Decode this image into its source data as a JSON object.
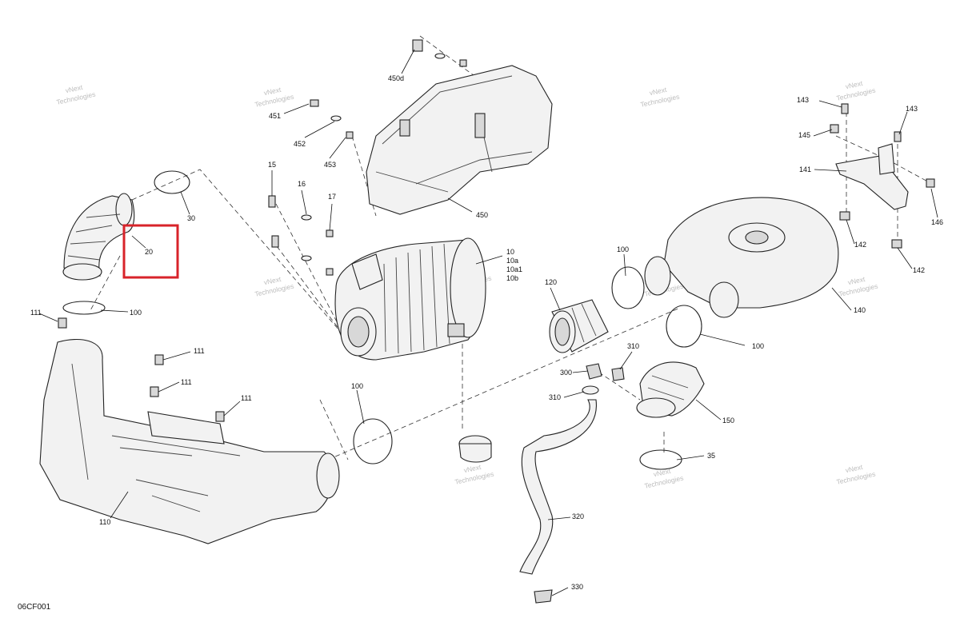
{
  "diagram": {
    "code": "06CF001",
    "highlight_color": "#d8232a",
    "watermark": [
      "vNext",
      "Technologies"
    ],
    "callouts": [
      {
        "id": "c450d",
        "text": "450d"
      },
      {
        "id": "c451",
        "text": "451"
      },
      {
        "id": "c452",
        "text": "452"
      },
      {
        "id": "c453",
        "text": "453"
      },
      {
        "id": "c450",
        "text": "450"
      },
      {
        "id": "c15",
        "text": "15"
      },
      {
        "id": "c16",
        "text": "16"
      },
      {
        "id": "c17",
        "text": "17"
      },
      {
        "id": "c10",
        "text": "10"
      },
      {
        "id": "c10a",
        "text": "10a"
      },
      {
        "id": "c10a1",
        "text": "10a1"
      },
      {
        "id": "c10b",
        "text": "10b"
      },
      {
        "id": "c30",
        "text": "30"
      },
      {
        "id": "c20",
        "text": "20"
      },
      {
        "id": "c100a",
        "text": "100"
      },
      {
        "id": "c111a",
        "text": "111"
      },
      {
        "id": "c111b",
        "text": "111"
      },
      {
        "id": "c111c",
        "text": "111"
      },
      {
        "id": "c111d",
        "text": "111"
      },
      {
        "id": "c110",
        "text": "110"
      },
      {
        "id": "c100b",
        "text": "100"
      },
      {
        "id": "c100c",
        "text": "100"
      },
      {
        "id": "c120",
        "text": "120"
      },
      {
        "id": "c100d",
        "text": "100"
      },
      {
        "id": "c310a",
        "text": "310"
      },
      {
        "id": "c300",
        "text": "300"
      },
      {
        "id": "c310b",
        "text": "310"
      },
      {
        "id": "c150",
        "text": "150"
      },
      {
        "id": "c35",
        "text": "35"
      },
      {
        "id": "c320",
        "text": "320"
      },
      {
        "id": "c330",
        "text": "330"
      },
      {
        "id": "c140",
        "text": "140"
      },
      {
        "id": "c143a",
        "text": "143"
      },
      {
        "id": "c143b",
        "text": "143"
      },
      {
        "id": "c145",
        "text": "145"
      },
      {
        "id": "c141",
        "text": "141"
      },
      {
        "id": "c146",
        "text": "146"
      },
      {
        "id": "c142a",
        "text": "142"
      },
      {
        "id": "c142b",
        "text": "142"
      }
    ]
  }
}
